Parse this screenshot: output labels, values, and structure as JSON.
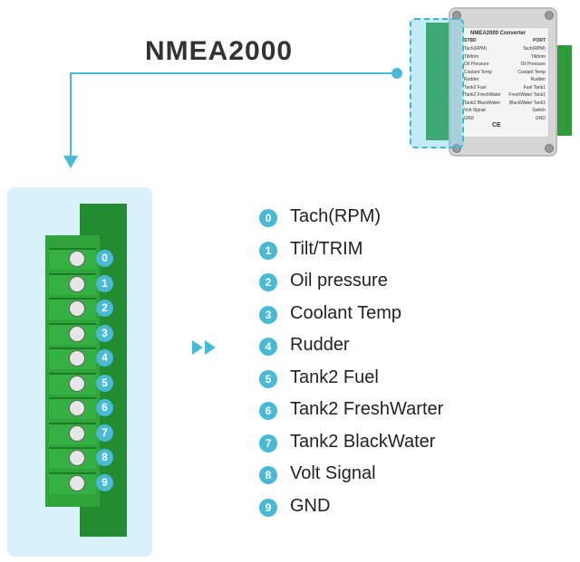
{
  "title": "NMEA2000",
  "device": {
    "header": "NMEA2000 Converter",
    "side_left": "STBD",
    "side_right": "PORT",
    "rows": [
      {
        "left": "Tach(RPM)",
        "right": "Tach(RPM)"
      },
      {
        "left": "Tilt/trim",
        "right": "Tilt/trim"
      },
      {
        "left": "Oil Pressure",
        "right": "Oil Pressure"
      },
      {
        "left": "Coolant Temp",
        "right": "Coolant Temp"
      },
      {
        "left": "Rudder",
        "right": "Rudder"
      },
      {
        "left": "Tank2 Fuel",
        "right": "Fuel Tank1"
      },
      {
        "left": "Tank2 FreshWater",
        "right": "FreshWater Tank1"
      },
      {
        "left": "Tank2 BlackWater",
        "right": "BlackWater Tank1"
      },
      {
        "left": "Volt Signal",
        "right": "Switch"
      },
      {
        "left": "GND",
        "right": "GND"
      }
    ],
    "marks": "CE"
  },
  "pins": [
    {
      "num": "0",
      "label": "Tach(RPM)"
    },
    {
      "num": "1",
      "label": "Tilt/TRIM"
    },
    {
      "num": "2",
      "label": "Oil pressure"
    },
    {
      "num": "3",
      "label": "Coolant Temp"
    },
    {
      "num": "4",
      "label": "Rudder"
    },
    {
      "num": "5",
      "label": "Tank2 Fuel"
    },
    {
      "num": "6",
      "label": "Tank2 FreshWarter"
    },
    {
      "num": "7",
      "label": "Tank2 BlackWater"
    },
    {
      "num": "8",
      "label": "Volt Signal"
    },
    {
      "num": "9",
      "label": "GND"
    }
  ],
  "colors": {
    "accent": "#4ab9d6",
    "terminal": "#2fa43a",
    "panel": "#d8f1fb"
  }
}
